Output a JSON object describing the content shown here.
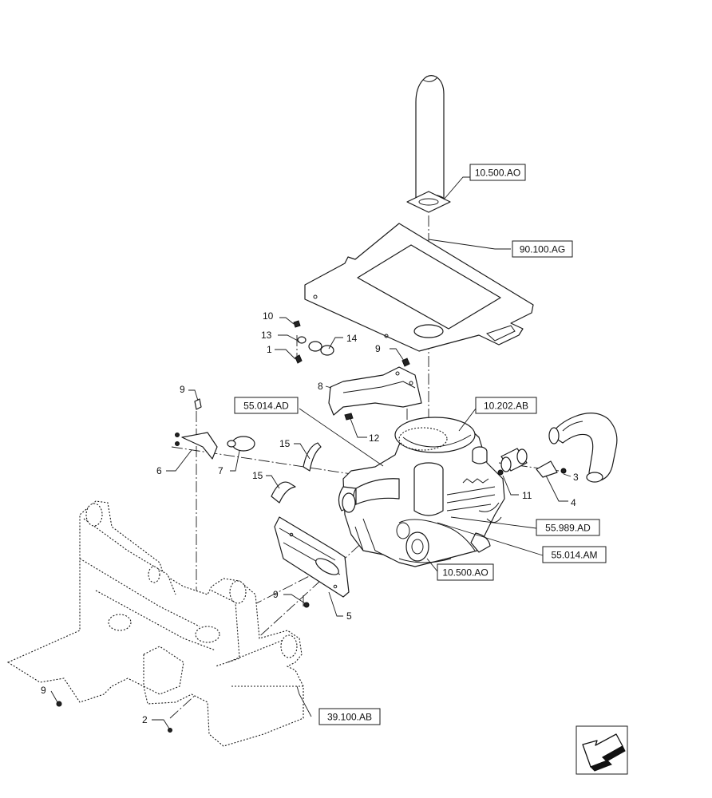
{
  "references": [
    {
      "id": "ref-10-500-ao-top",
      "text": "10.500.AO"
    },
    {
      "id": "ref-90-100-ag",
      "text": "90.100.AG"
    },
    {
      "id": "ref-55-014-ad",
      "text": "55.014.AD"
    },
    {
      "id": "ref-10-202-ab",
      "text": "10.202.AB"
    },
    {
      "id": "ref-55-989-ad",
      "text": "55.989.AD"
    },
    {
      "id": "ref-55-014-am",
      "text": "55.014.AM"
    },
    {
      "id": "ref-10-500-ao-bottom",
      "text": "10.500.AO"
    },
    {
      "id": "ref-39-100-ab",
      "text": "39.100.AB"
    }
  ],
  "callouts": {
    "c1": "1",
    "c2": "2",
    "c3": "3",
    "c4": "4",
    "c5": "5",
    "c6": "6",
    "c7": "7",
    "c8": "8",
    "c9a": "9",
    "c9b": "9",
    "c9c": "9",
    "c9d": "9",
    "c10": "10",
    "c11": "11",
    "c12": "12",
    "c13": "13",
    "c14": "14",
    "c15a": "15",
    "c15b": "15"
  },
  "nav_icon": "back-arrow-icon"
}
